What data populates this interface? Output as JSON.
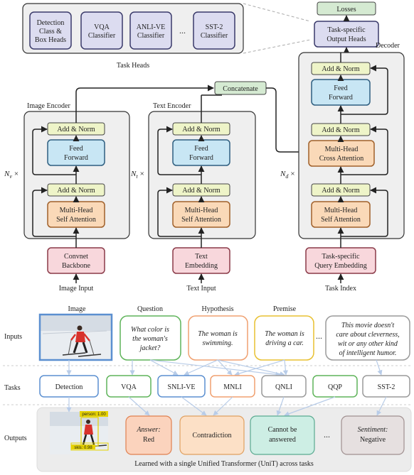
{
  "task_heads": {
    "boxes": [
      [
        "Detection",
        "Class &",
        "Box Heads"
      ],
      [
        "VQA",
        "Classifier"
      ],
      [
        "ANLI-VE",
        "Classifier"
      ],
      [
        "SST-2",
        "Classifier"
      ]
    ],
    "ellipsis": "...",
    "label": "Task Heads"
  },
  "decoder_top": {
    "losses": "Losses",
    "output_heads": [
      "Task-specific",
      "Output Heads"
    ]
  },
  "encoders": {
    "image": {
      "title": "Image Encoder",
      "repeat": "N",
      "repeat_sub": "v",
      "repeat_x": "×",
      "add_norm_top": "Add & Norm",
      "ffn": [
        "Feed",
        "Forward"
      ],
      "add_norm_bottom": "Add & Norm",
      "attn": [
        "Multi-Head",
        "Self Attention"
      ],
      "embed": [
        "Convnet",
        "Backbone"
      ],
      "input": "Image Input"
    },
    "text": {
      "title": "Text Encoder",
      "repeat": "N",
      "repeat_sub": "t",
      "repeat_x": "×",
      "add_norm_top": "Add & Norm",
      "ffn": [
        "Feed",
        "Forward"
      ],
      "add_norm_bottom": "Add & Norm",
      "attn": [
        "Multi-Head",
        "Self Attention"
      ],
      "embed": [
        "Text",
        "Embedding"
      ],
      "input": "Text Input"
    }
  },
  "concatenate": "Concatenate",
  "decoder": {
    "title": "Decoder",
    "repeat": "N",
    "repeat_sub": "d",
    "repeat_x": "×",
    "add_norm_1": "Add & Norm",
    "ffn": [
      "Feed",
      "Forward"
    ],
    "add_norm_2": "Add & Norm",
    "cross_attn": [
      "Multi-Head",
      "Cross Attention"
    ],
    "add_norm_3": "Add & Norm",
    "self_attn": [
      "Multi-Head",
      "Self Attention"
    ],
    "embed": [
      "Task-specific",
      "Query Embedding"
    ],
    "input": "Task Index"
  },
  "rows": {
    "inputs_label": "Inputs",
    "tasks_label": "Tasks",
    "outputs_label": "Outputs"
  },
  "input_headers": [
    "Image",
    "Question",
    "Hypothesis",
    "Premise"
  ],
  "inputs": {
    "question": [
      "What color is",
      "the woman's",
      "jacket?"
    ],
    "hypothesis": [
      "The woman is",
      "swimming."
    ],
    "premise": [
      "The woman is",
      "driving a car."
    ],
    "ellipsis": "...",
    "sentence": [
      "This movie doesn't",
      "care about cleverness,",
      "wit or any other kind",
      "of intelligent humor."
    ]
  },
  "tasks": [
    "Detection",
    "VQA",
    "SNLI-VE",
    "MNLI",
    "QNLI",
    "QQP",
    "SST-2"
  ],
  "outputs": {
    "det_labels": [
      "person: 1.00",
      "skis: 0.98"
    ],
    "answer_label": "Answer:",
    "answer_value": "Red",
    "contradiction": "Contradiction",
    "cannot": [
      "Cannot be",
      "answered"
    ],
    "ellipsis": "...",
    "sentiment_label": "Sentiment:",
    "sentiment_value": "Negative"
  },
  "footer": "Learned with a single Unified Transformer (UniT) across tasks",
  "colors": {
    "task_head_fill": "#dcdcf0",
    "task_head_stroke": "#3a3a6a",
    "losses_fill": "#d5ead2",
    "add_norm_fill": "#eef4c8",
    "ffn_fill": "#c8e6f4",
    "attn_fill": "#fad9b8",
    "embed_fill": "#f8d7dc",
    "panel_fill": "#efefef",
    "green": "#5fb45a",
    "orange": "#f0a070",
    "gold": "#e8c030",
    "blue": "#5b8fd0",
    "gray": "#9a9a9a"
  }
}
